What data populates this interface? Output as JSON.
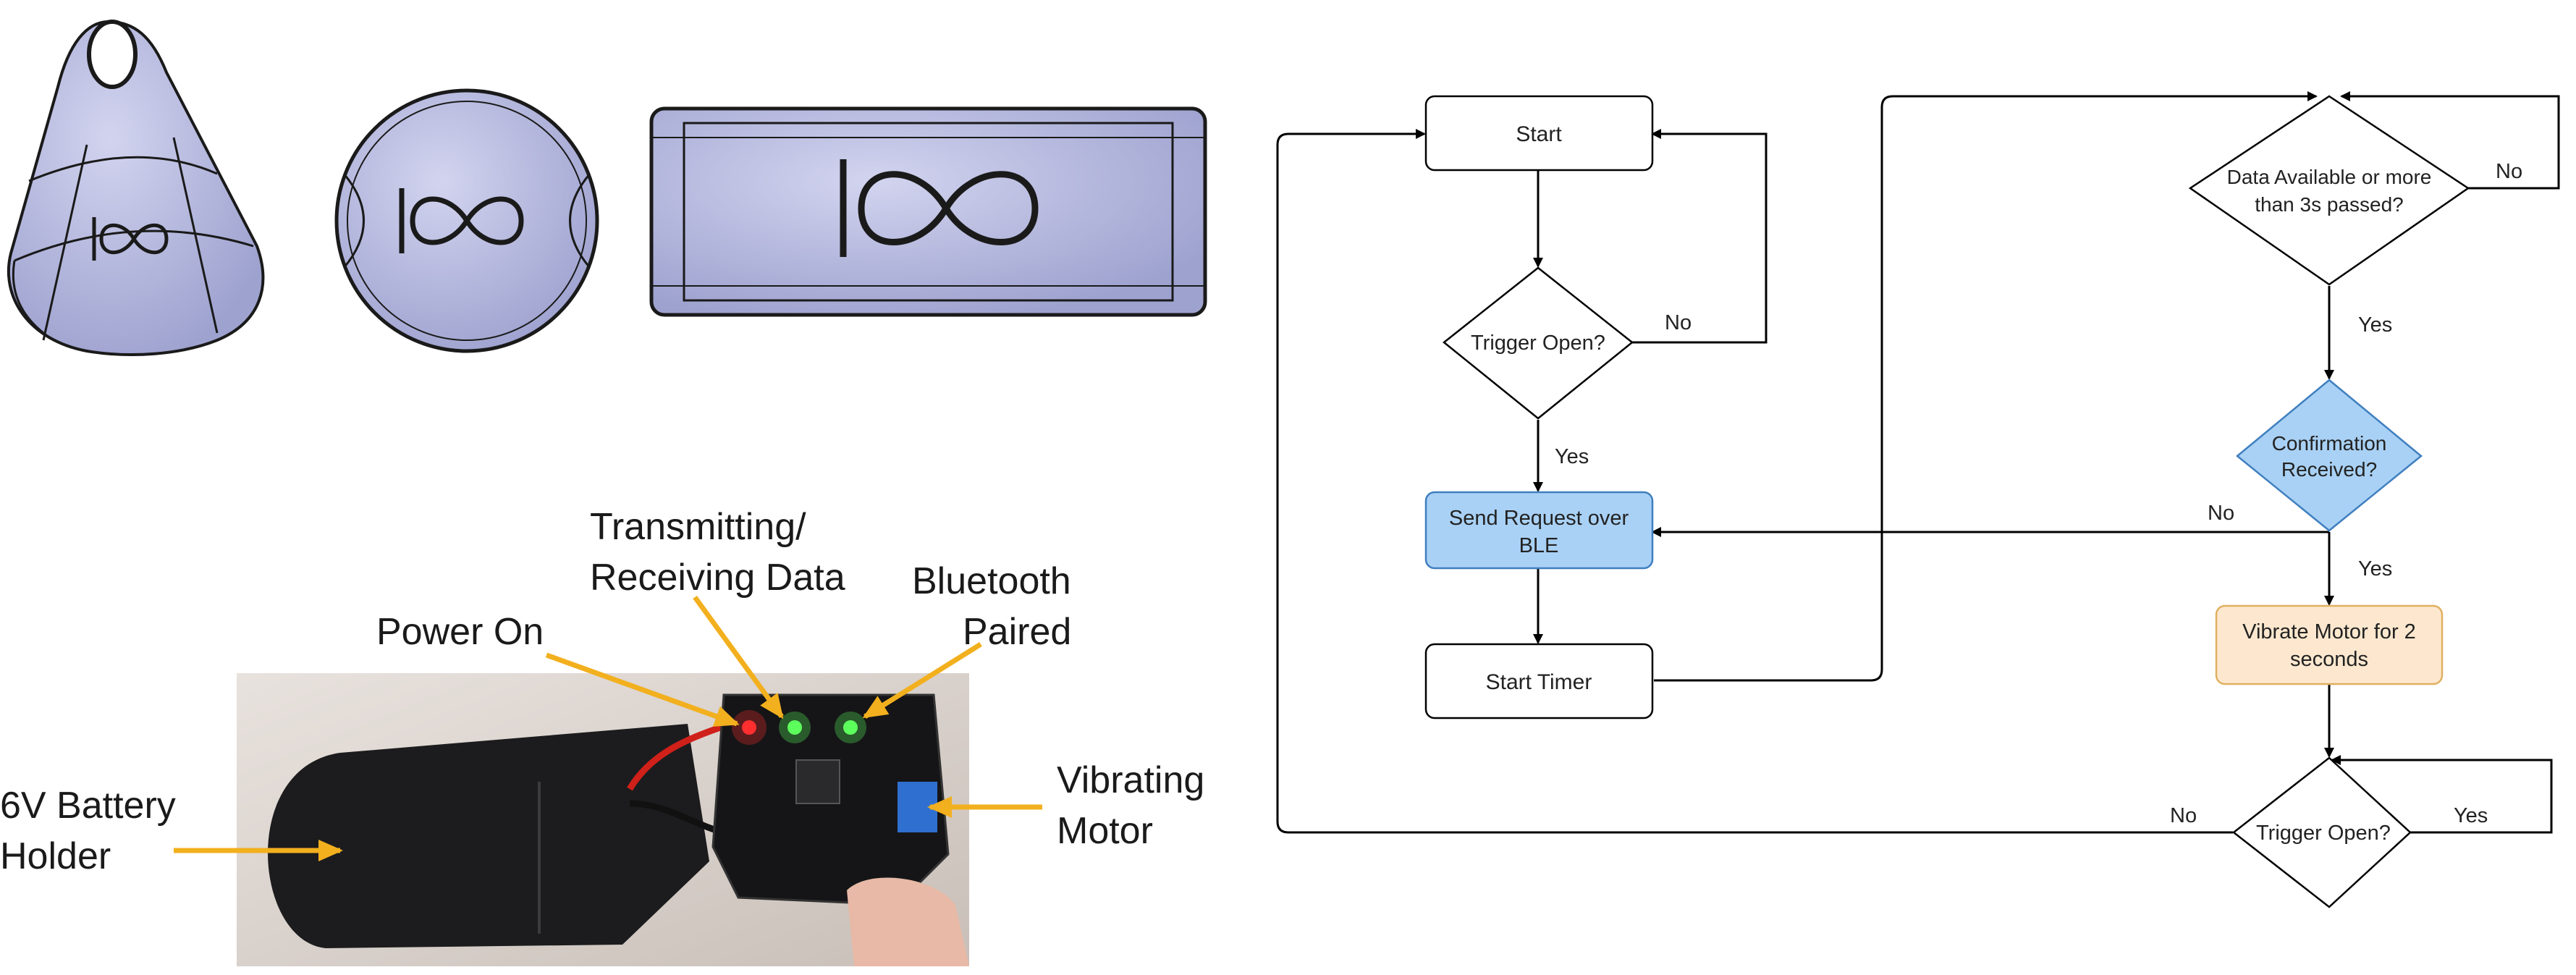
{
  "flowchart": {
    "start": "Start",
    "trigger_open_1": "Trigger Open?",
    "no_1": "No",
    "yes_1": "Yes",
    "send_request_line1": "Send Request over",
    "send_request_line2": "BLE",
    "start_timer": "Start Timer",
    "data_available_line1": "Data Available or more",
    "data_available_line2": "than 3s passed?",
    "no_2": "No",
    "yes_2": "Yes",
    "confirmation_line1": "Confirmation",
    "confirmation_line2": "Received?",
    "no_3": "No",
    "yes_3": "Yes",
    "vibrate_line1": "Vibrate Motor for 2",
    "vibrate_line2": "seconds",
    "trigger_open_2": "Trigger Open?",
    "no_4": "No",
    "yes_4": "Yes",
    "colors": {
      "blue_fill": "#a9d1f5",
      "blue_stroke": "#3f7fbf",
      "orange_fill": "#fde8cf",
      "orange_stroke": "#e0b060",
      "line": "#000000"
    }
  },
  "device_photo": {
    "labels": {
      "transmitting_line1": "Transmitting/",
      "transmitting_line2": "Receiving Data",
      "bluetooth_line1": "Bluetooth",
      "bluetooth_line2": "Paired",
      "power_on": "Power On",
      "battery_line1": "6V Battery",
      "battery_line2": "Holder",
      "vibrating_line1": "Vibrating",
      "vibrating_line2": "Motor"
    },
    "arrow_color": "#f2b01e"
  },
  "renders": {
    "case_color": "#b9bce0",
    "logo": "∞"
  }
}
